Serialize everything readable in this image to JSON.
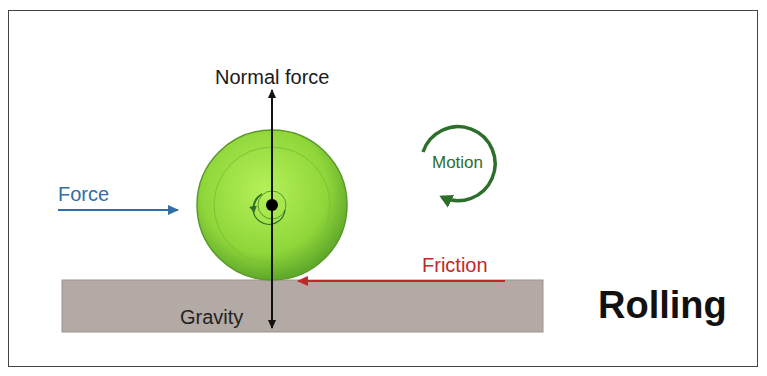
{
  "diagram": {
    "title": "Rolling",
    "labels": [
      "Normal force",
      "Motion",
      "Force",
      "Friction",
      "Gravity"
    ]
  }
}
